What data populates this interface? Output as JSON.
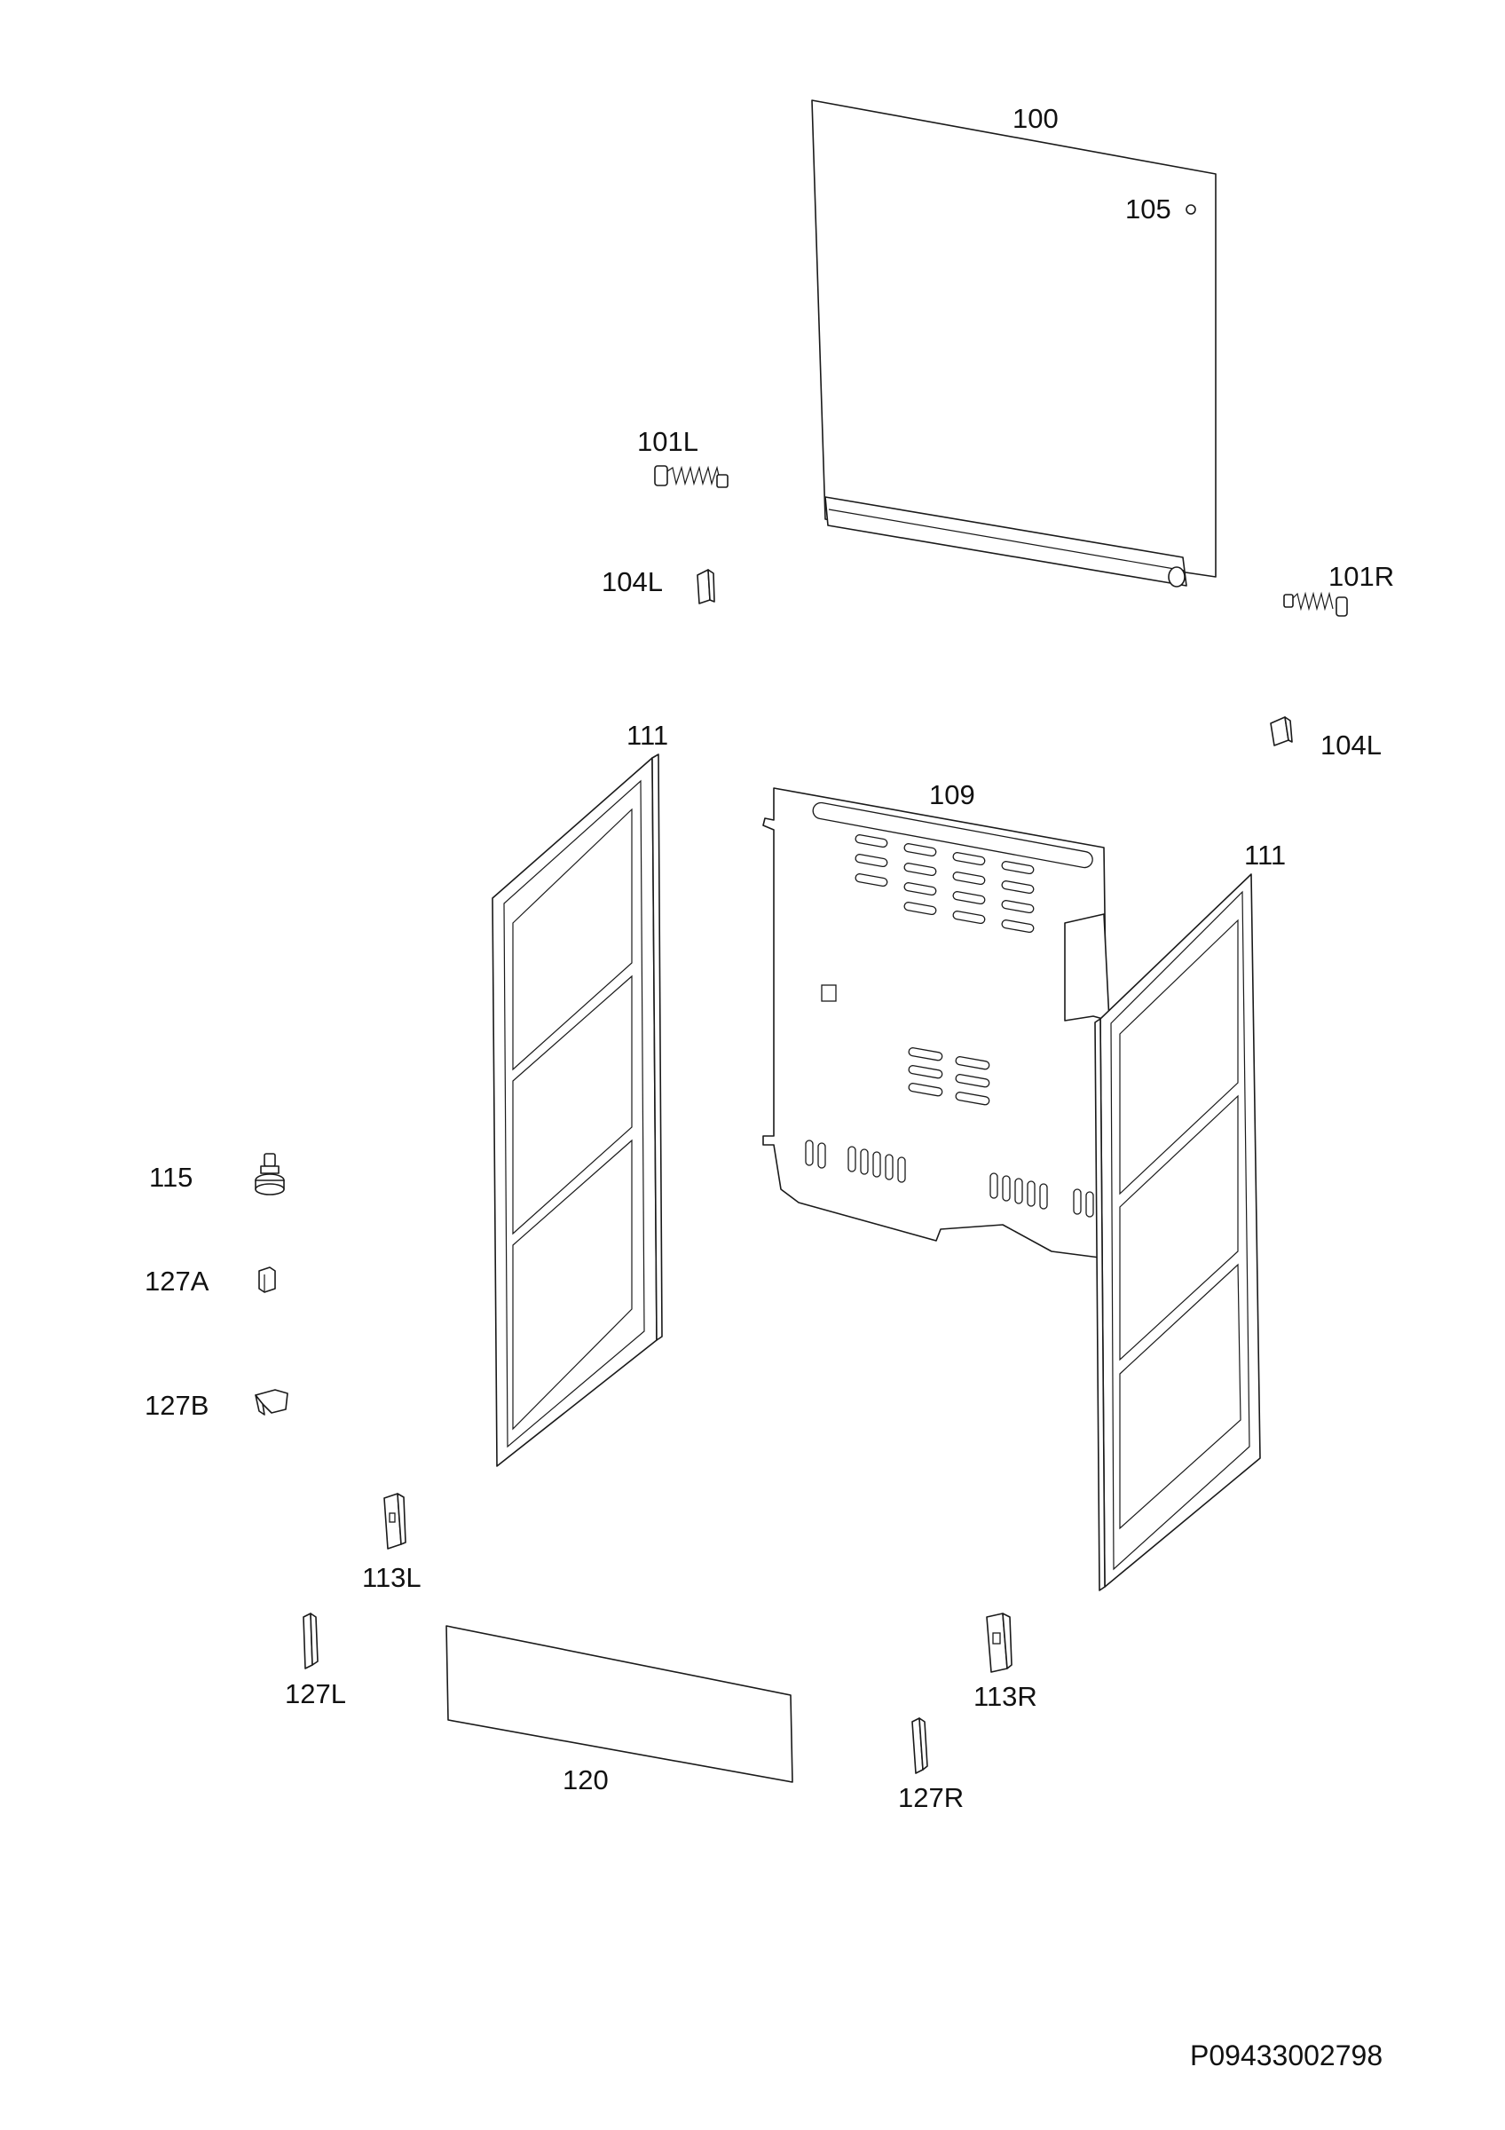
{
  "labels": {
    "p100": "100",
    "p105": "105",
    "p101l": "101L",
    "p104l_left": "104L",
    "p101r": "101R",
    "p104l_right": "104L",
    "p111_left": "111",
    "p109": "109",
    "p111_right": "111",
    "p115": "115",
    "p127a": "127A",
    "p127b": "127B",
    "p113l": "113L",
    "p127l": "127L",
    "p120": "120",
    "p113r": "113R",
    "p127r": "127R"
  },
  "document_id": "P09433002798"
}
